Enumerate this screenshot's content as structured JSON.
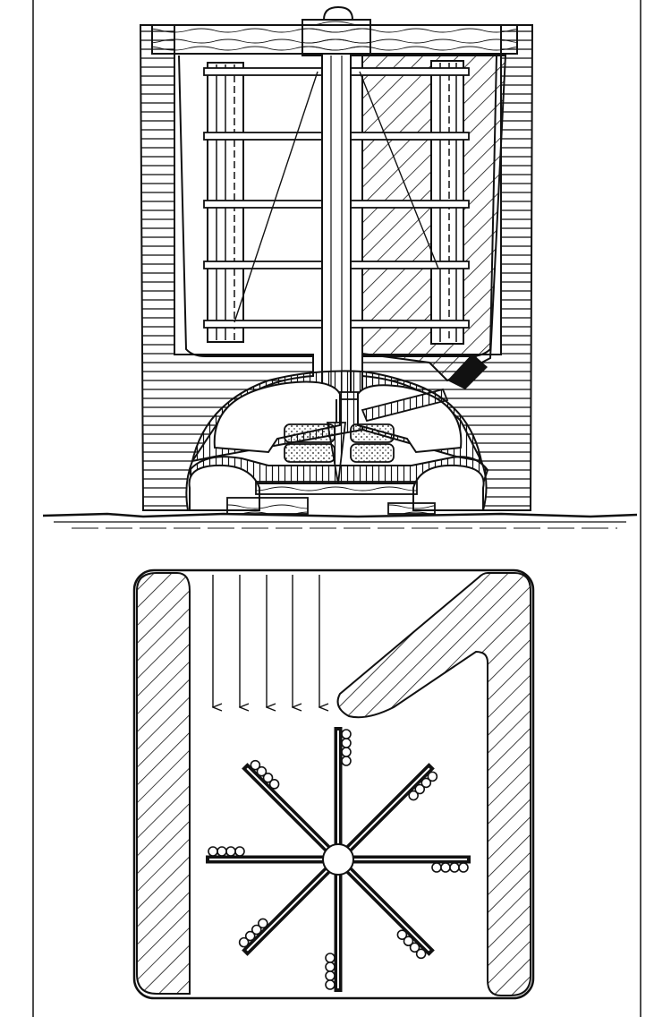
{
  "figure": {
    "views": [
      {
        "id": "elevation",
        "kind": "vertical section of vertical-axis windmill"
      },
      {
        "id": "plan",
        "kind": "plan view with airflow arrows"
      }
    ],
    "colors": {
      "ink": "#111111",
      "paper": "#ffffff",
      "sand": "#f0f0f0"
    },
    "plan": {
      "blade_count": 8,
      "arrow_count": 5
    }
  }
}
